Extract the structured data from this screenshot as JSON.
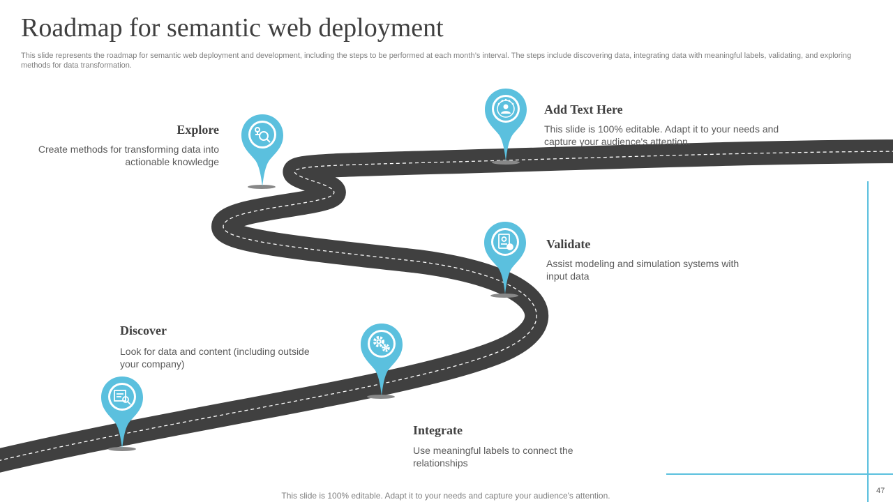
{
  "slide": {
    "title": "Roadmap for semantic web deployment",
    "subtitle": "This slide represents the roadmap for semantic web deployment and development, including the steps to be performed at each month’s interval. The steps include discovering data, integrating data with meaningful labels, validating, and exploring methods for data transformation.",
    "footer": "This slide is 100% editable. Adapt it to your needs and capture your audience's attention.",
    "page_number": "47"
  },
  "colors": {
    "accent": "#5bc0de",
    "road": "#404040",
    "title_text": "#404040",
    "body_text": "#595959"
  },
  "steps": [
    {
      "title": "Discover",
      "description": "Look for data and content (including outside your company)",
      "icon": "data-search-icon"
    },
    {
      "title": "Integrate",
      "description": "Use meaningful labels to connect the relationships",
      "icon": "gears-icon"
    },
    {
      "title": "Validate",
      "description": "Assist modeling and simulation systems with input data",
      "icon": "verified-document-icon"
    },
    {
      "title": "Explore",
      "description": "Create methods for transforming data into actionable knowledge",
      "icon": "magnifier-explore-icon"
    },
    {
      "title": "Add Text Here",
      "description": "This slide is 100% editable. Adapt it to your needs and capture your audience's attention.",
      "icon": "user-stars-icon"
    }
  ]
}
